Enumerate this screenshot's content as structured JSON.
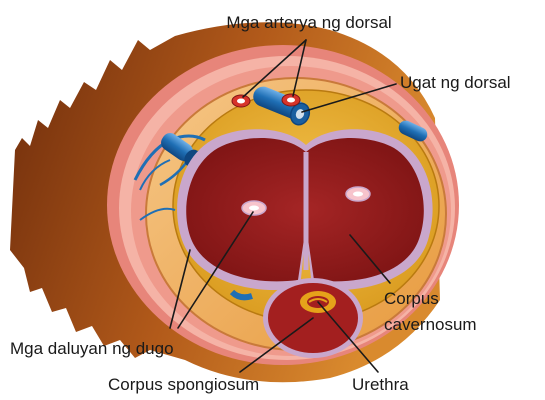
{
  "diagram": {
    "labels": {
      "dorsal_arteries": "Mga arterya ng dorsal",
      "dorsal_vein": "Ugat ng dorsal",
      "corpus_cavernosum_line1": "Corpus",
      "corpus_cavernosum_line2": "cavernosum",
      "blood_vessels": "Mga daluyan ng dugo",
      "corpus_spongiosum": "Corpus spongiosum",
      "urethra": "Urethra"
    },
    "colors": {
      "skin_dark": "#7a3410",
      "skin_light": "#c9741e",
      "skin_ring": "#e88a7d",
      "fascia": "#f2b06a",
      "tunica": "#e9b03a",
      "cavernosum": "#9b1c1c",
      "cavernosum_border": "#c9a7cc",
      "spongiosum": "#a31f1f",
      "vein_blue": "#1f6fb5",
      "urethra_ring": "#e6a21a"
    }
  }
}
